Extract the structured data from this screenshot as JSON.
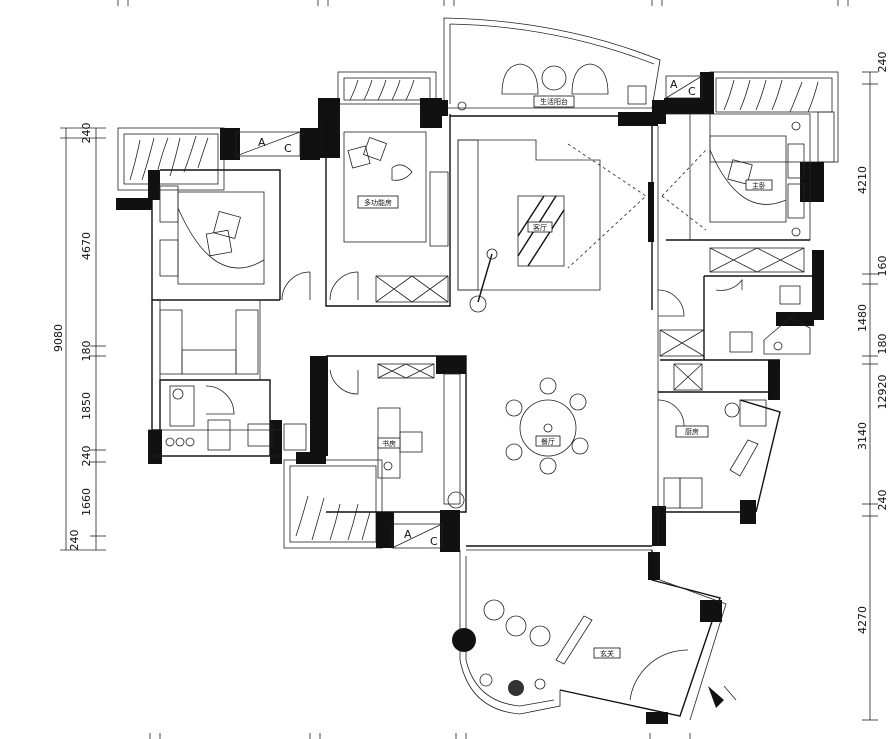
{
  "rooms": {
    "balcony_service": "生活阳台",
    "living_room": "客厅",
    "master_bedroom": "主卧",
    "multi_function_room": "多功能房",
    "study": "书房",
    "dining_room": "餐厅",
    "kitchen": "厨房",
    "entrance": "玄关"
  },
  "ac_units": [
    {
      "a": "A",
      "c": "C"
    },
    {
      "a": "A",
      "c": "C"
    },
    {
      "a": "A",
      "c": "C"
    }
  ],
  "dimensions_left": {
    "d1": "240",
    "d2": "4670",
    "d3": "180",
    "d4": "1850",
    "d5": "240",
    "d6": "1660",
    "d7": "240",
    "total": "9080"
  },
  "dimensions_right": {
    "r1": "240",
    "r2": "4210",
    "r3": "160",
    "r4": "1480",
    "r5": "180",
    "r6": "3140",
    "r7": "240",
    "r8": "4270",
    "total": "12920"
  }
}
